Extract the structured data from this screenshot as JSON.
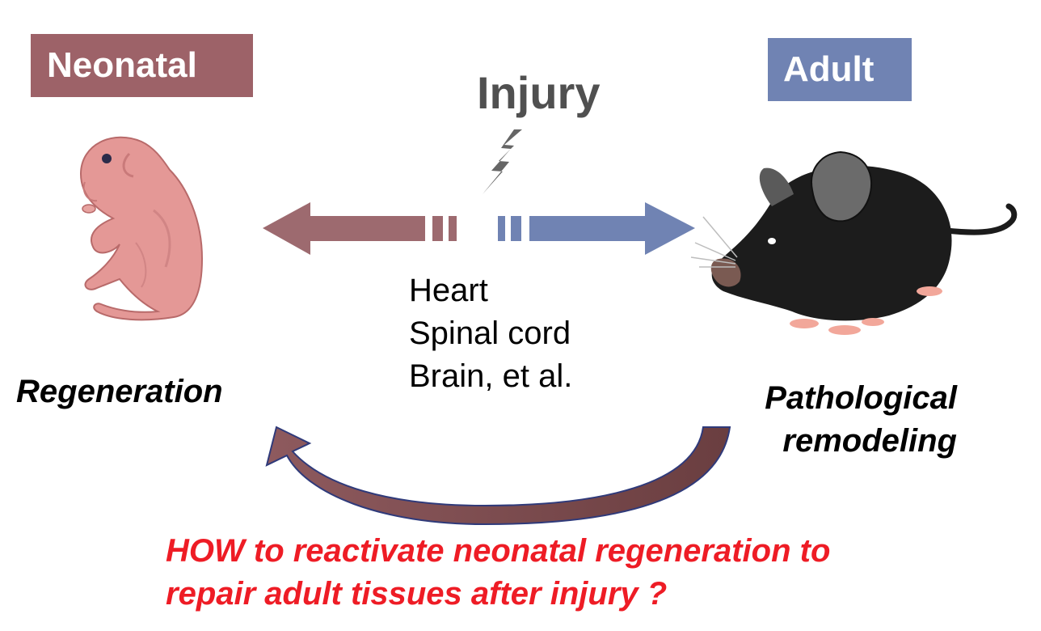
{
  "left_label": {
    "text": "Neonatal",
    "color": "#9d6268"
  },
  "right_label": {
    "text": "Adult",
    "color": "#7083b3"
  },
  "injury_label": "Injury",
  "organs": [
    "Heart",
    "Spinal cord",
    "Brain, et al."
  ],
  "left_outcome": "Regeneration",
  "right_outcome": [
    "Pathological",
    "remodeling"
  ],
  "question": [
    "HOW to reactivate neonatal regeneration to",
    "repair adult tissues after injury ?"
  ],
  "colors": {
    "question": "#ee1c25",
    "injury": "#505050",
    "left_arrow": "#9d6a6f",
    "right_arrow": "#7083b3",
    "curved_arrow": "#7a4b4b"
  },
  "icons": {
    "left": "newborn-mouse-icon",
    "right": "adult-mouse-icon",
    "injury": "lightning-bolt-icon"
  }
}
